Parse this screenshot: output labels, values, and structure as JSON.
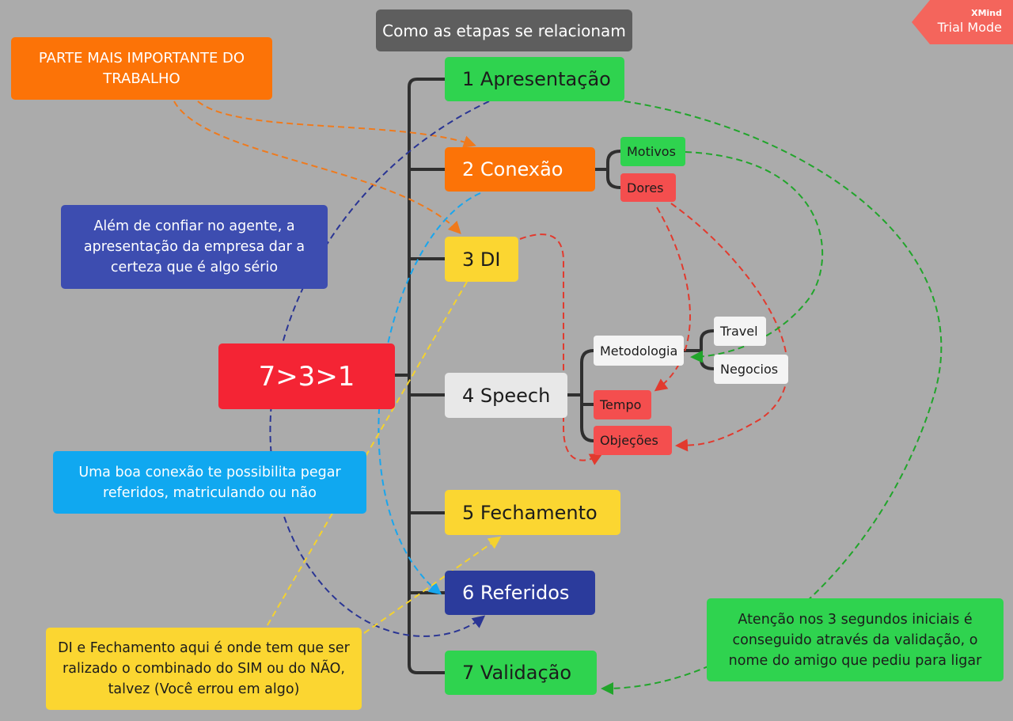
{
  "title": "Como as etapas se relacionam",
  "watermark": {
    "brand": "XMind",
    "mode": "Trial Mode"
  },
  "root": {
    "label": "7>3>1",
    "color": "#f42434"
  },
  "steps": [
    {
      "label": "1 Apresentação",
      "color": "#2fd34f"
    },
    {
      "label": "2 Conexão",
      "color": "#fc7307"
    },
    {
      "label": "3 DI",
      "color": "#fbd631"
    },
    {
      "label": "4 Speech",
      "color": "#e8e8e8"
    },
    {
      "label": "5 Fechamento",
      "color": "#fbd631"
    },
    {
      "label": "6 Referidos",
      "color": "#2b3b9c"
    },
    {
      "label": "7 Validação",
      "color": "#2fd34f"
    }
  ],
  "conexao_children": {
    "motivos": "Motivos",
    "dores": "Dores"
  },
  "speech_children": {
    "metodologia": "Metodologia",
    "travel": "Travel",
    "negocios": "Negocios",
    "tempo": "Tempo",
    "objecoes": "Objeções"
  },
  "notes": {
    "parte": "PARTE MAIS IMPORTANTE DO TRABALHO",
    "alem": "Além de confiar no agente, a apresentação da empresa dar a certeza que é algo sério",
    "boa_conexao": "Uma boa conexão te possibilita pegar referidos, matriculando ou não",
    "di_fechamento": "DI e Fechamento aqui é onde tem que ser ralizado o combinado do SIM ou do NÃO, talvez (Você errou em algo)",
    "atencao": "Atenção nos 3 segundos iniciais é conseguido através da validação, o nome do amigo que pediu para ligar"
  }
}
